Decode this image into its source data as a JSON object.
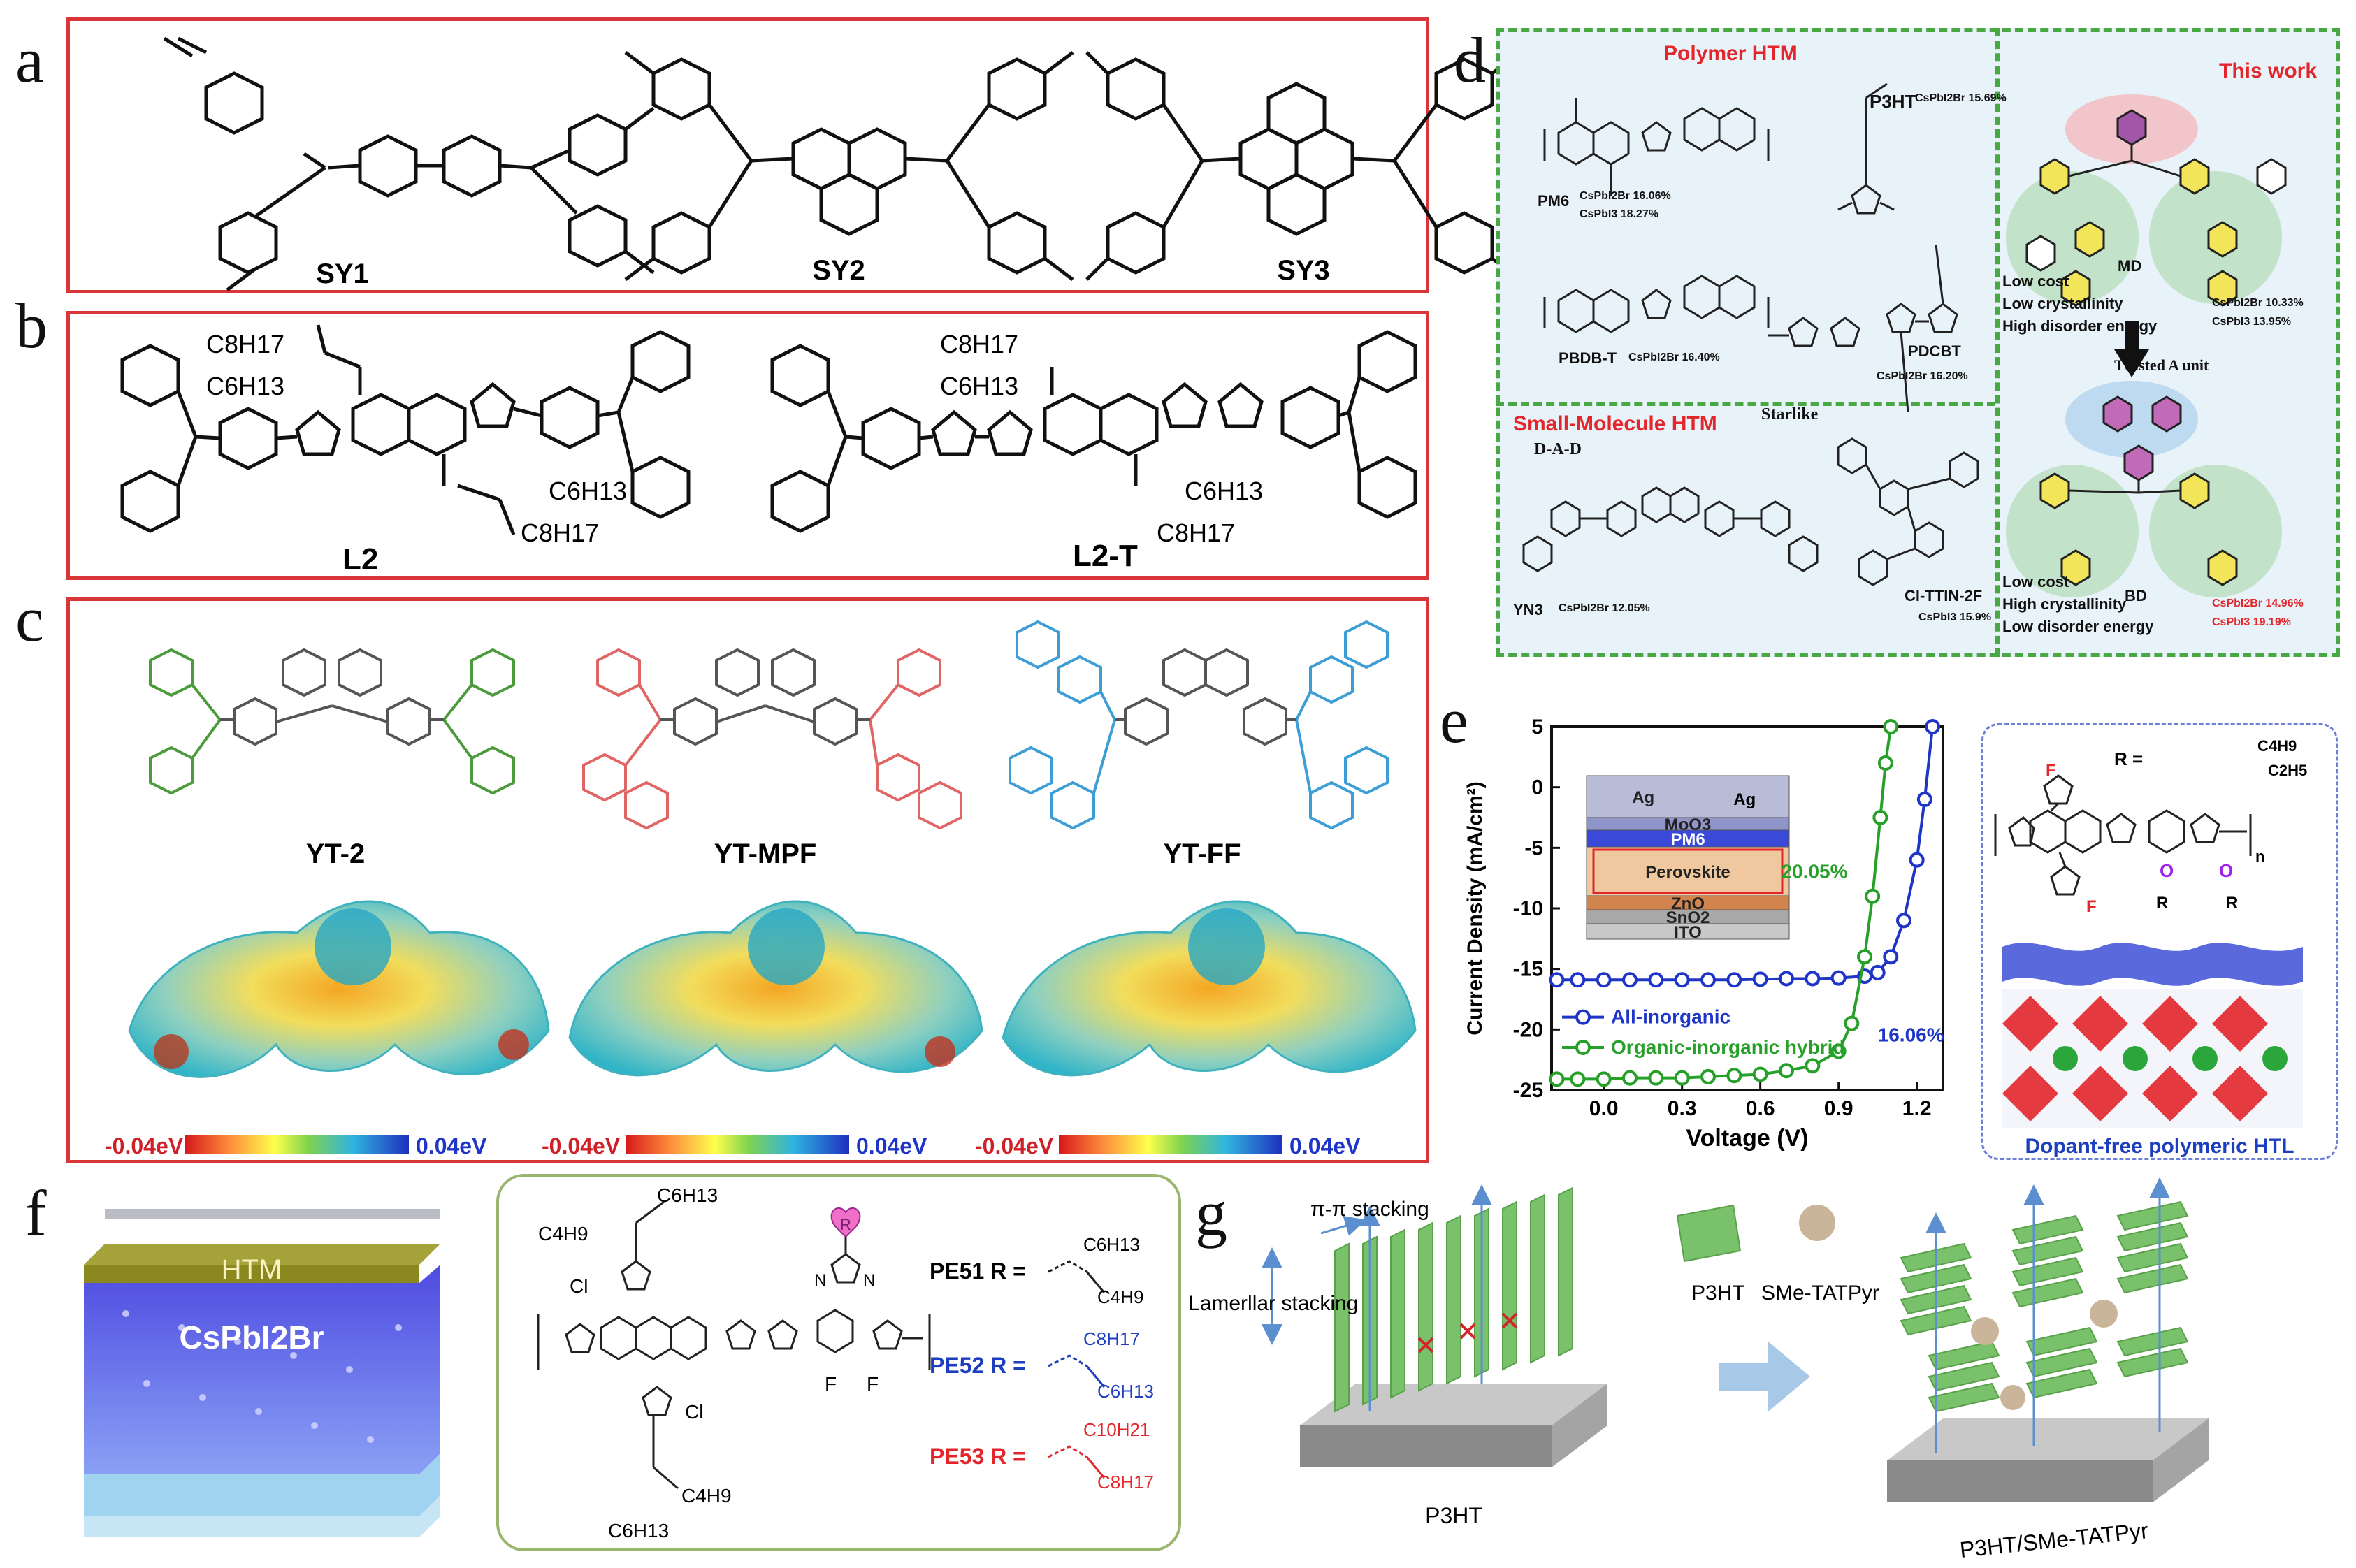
{
  "panels": {
    "a": {
      "letter": "a",
      "molecules": [
        "SY1",
        "SY2",
        "SY3"
      ]
    },
    "b": {
      "letter": "b",
      "molecules": [
        "L2",
        "L2-T"
      ],
      "substituents": {
        "c8": "C8H17",
        "c6": "C6H13"
      }
    },
    "c": {
      "letter": "c",
      "molecules": [
        "YT-2",
        "YT-MPF",
        "YT-FF"
      ],
      "scale_min": "-0.04eV",
      "scale_max": "0.04eV"
    },
    "d": {
      "letter": "d",
      "polymer_title": "Polymer HTM",
      "small_title": "Small-Molecule HTM",
      "this_work": "This work",
      "polymers": [
        {
          "name": "P3HT",
          "eff": "CsPbI2Br 15.69%"
        },
        {
          "name": "PM6",
          "eff1": "CsPbI2Br 16.06%",
          "eff2": "CsPbI3 18.27%"
        },
        {
          "name": "PBDB-T",
          "eff": "CsPbI2Br 16.40%"
        },
        {
          "name": "PDCBT",
          "eff": "CsPbI2Br 16.20%"
        }
      ],
      "small": {
        "dad": "D-A-D",
        "starlike": "Starlike",
        "yn3": "YN3",
        "yn3_eff": "CsPbI2Br 12.05%",
        "clttin": "Cl-TTIN-2F",
        "clttin_eff": "CsPbI3 15.9%"
      },
      "md": {
        "name": "MD",
        "props": [
          "Low cost",
          "Low crystallinity",
          "High disorder energy"
        ],
        "eff1": "CsPbI2Br 10.33%",
        "eff2": "CsPbI3 13.95%"
      },
      "twisted": "Twisted A unit",
      "bd": {
        "name": "BD",
        "props": [
          "Low cost",
          "High crystallinity",
          "Low disorder energy"
        ],
        "eff1": "CsPbI2Br 14.96%",
        "eff2": "CsPbI3 19.19%"
      }
    },
    "e": {
      "letter": "e",
      "layers": [
        "Ag",
        "Ag",
        "MoO3",
        "PM6",
        "Perovskite",
        "ZnO",
        "SnO2",
        "ITO"
      ],
      "eff_green": "20.05%",
      "eff_blue": "16.06%",
      "r_group": "R =",
      "r_c4": "C4H9",
      "r_c2": "C2H5",
      "n_label": "n",
      "htl_caption": "Dopant-free polymeric HTL"
    },
    "f": {
      "letter": "f",
      "htm": "HTM",
      "perovskite": "CsPbI2Br",
      "r_labels": [
        "PE51 R =",
        "PE52 R =",
        "PE53 R ="
      ],
      "chains": [
        "C6H13",
        "C4H9",
        "C8H17",
        "C6H13",
        "C10H21",
        "C8H17"
      ],
      "backbone": [
        "C6H13",
        "C4H9",
        "Cl",
        "Cl",
        "C4H9",
        "C6H13",
        "F",
        "F",
        "R",
        "N",
        "N"
      ]
    },
    "g": {
      "letter": "g",
      "pipi": "π-π stacking",
      "lamellar": "Lamerllar stacking",
      "legend_p3ht": "P3HT",
      "legend_sme": "SMe-TATPyr",
      "film1": "P3HT",
      "film2": "P3HT/SMe-TATPyr"
    }
  },
  "chart_data": {
    "type": "line",
    "xlabel": "Voltage (V)",
    "ylabel": "Current Density (mA/cm²)",
    "xlim": [
      -0.2,
      1.3
    ],
    "ylim": [
      -25,
      5
    ],
    "xticks": [
      0.0,
      0.3,
      0.6,
      0.9,
      1.2
    ],
    "yticks": [
      5,
      0,
      -5,
      -10,
      -15,
      -20,
      -25
    ],
    "legend": "bottom-left",
    "series": [
      {
        "name": "All-inorganic",
        "color": "#1f35c8",
        "x": [
          -0.18,
          -0.1,
          0.0,
          0.1,
          0.2,
          0.3,
          0.4,
          0.5,
          0.6,
          0.7,
          0.8,
          0.9,
          1.0,
          1.05,
          1.1,
          1.15,
          1.2,
          1.23,
          1.26
        ],
        "y": [
          -15.9,
          -15.9,
          -15.9,
          -15.9,
          -15.9,
          -15.9,
          -15.9,
          -15.9,
          -15.85,
          -15.8,
          -15.8,
          -15.75,
          -15.6,
          -15.3,
          -14.0,
          -11.0,
          -6.0,
          -1.0,
          5.0
        ]
      },
      {
        "name": "Organic-inorganic hybrid",
        "color": "#27a02a",
        "x": [
          -0.18,
          -0.1,
          0.0,
          0.1,
          0.2,
          0.3,
          0.4,
          0.5,
          0.6,
          0.7,
          0.8,
          0.9,
          0.95,
          1.0,
          1.03,
          1.06,
          1.08,
          1.1
        ],
        "y": [
          -24.1,
          -24.1,
          -24.1,
          -24.0,
          -24.0,
          -24.0,
          -23.9,
          -23.8,
          -23.7,
          -23.4,
          -23.0,
          -21.8,
          -19.5,
          -14.0,
          -9.0,
          -2.5,
          2.0,
          5.0
        ]
      }
    ],
    "annotations": [
      "20.05%",
      "16.06%"
    ]
  },
  "colors": {
    "red_box": "#d9363a",
    "green_dash": "#49a844",
    "blue_series": "#1f35c8",
    "green_series": "#27a02a"
  }
}
